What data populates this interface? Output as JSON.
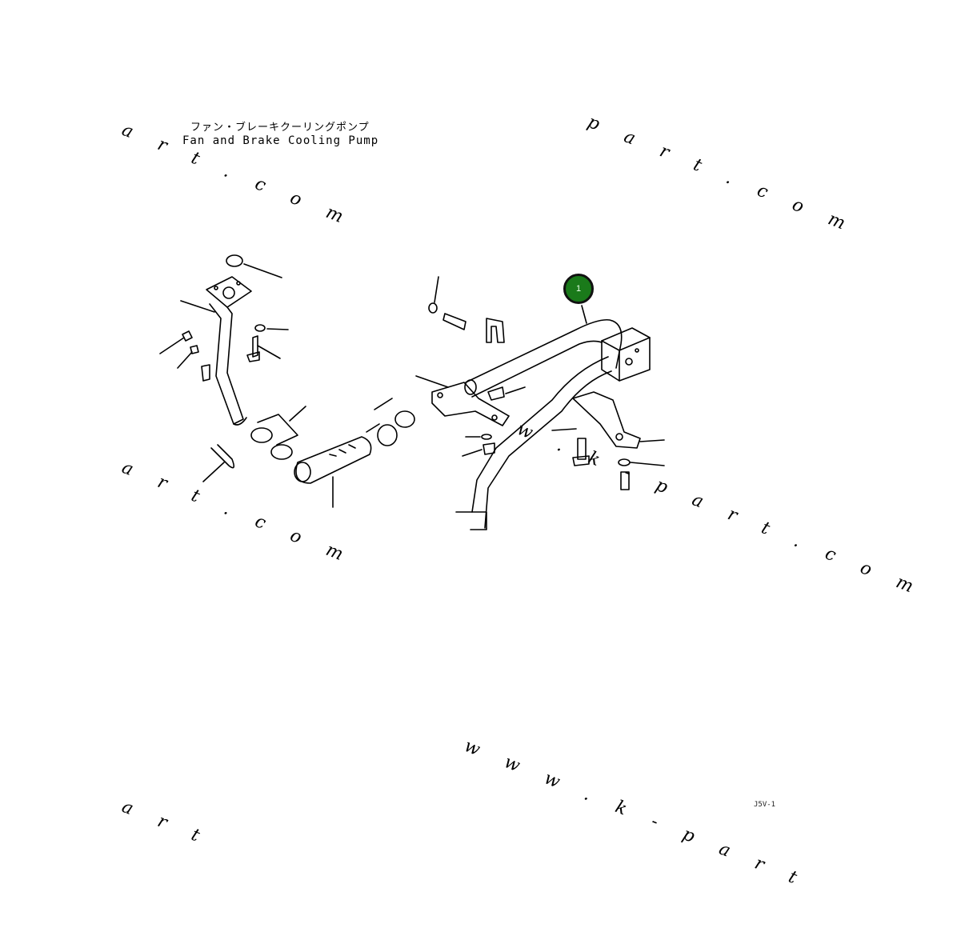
{
  "diagram": {
    "title_jp": "ファン・ブレーキクーリングポンプ",
    "title_en": "Fan and Brake Cooling Pump",
    "callouts": [
      {
        "label": "1"
      }
    ],
    "watermarks": [
      "a r t . c o m",
      "p a r t . c o m",
      "a r t . c o m",
      "w w w . k - p a r t",
      "a r t",
      "w . k - p a r t . c o m"
    ],
    "doc_number": "J5V-1"
  }
}
